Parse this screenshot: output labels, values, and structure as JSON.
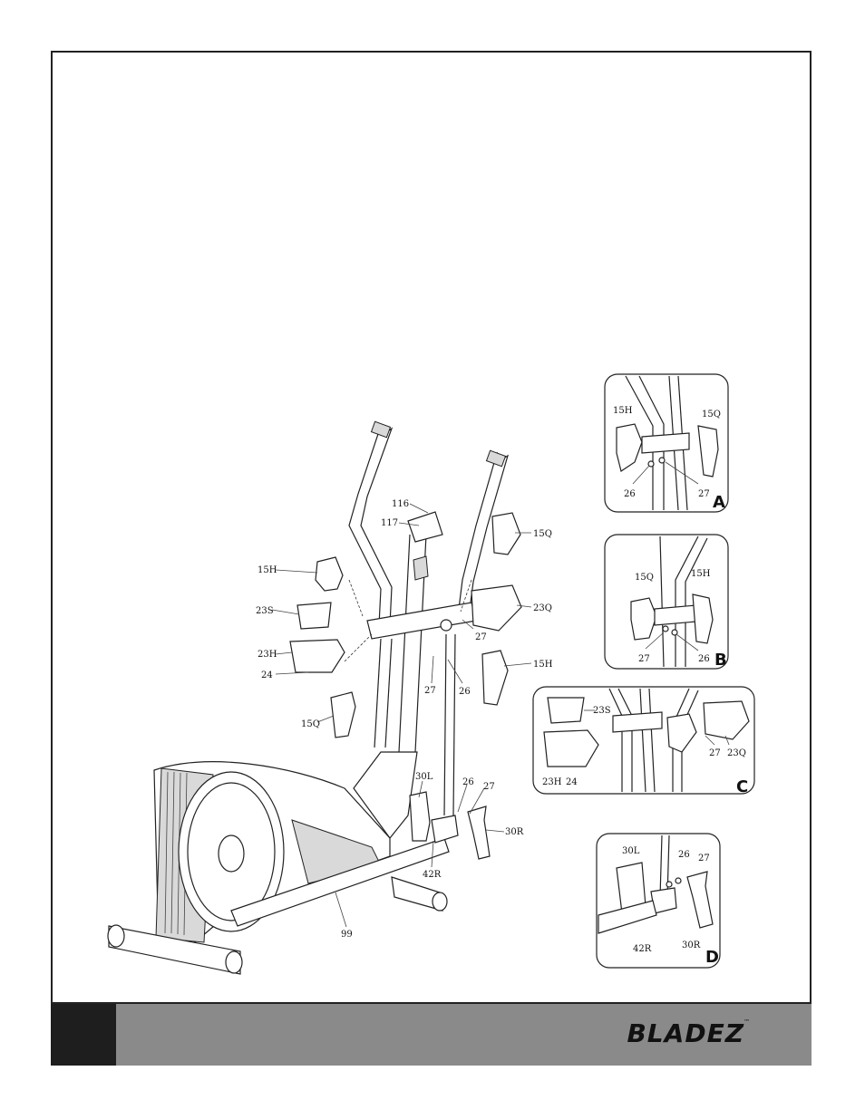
{
  "footer": {
    "logo": "BLADEZ",
    "logo_mark": "™"
  },
  "main_diagram": {
    "labels": {
      "p116": "116",
      "p117": "117",
      "p15q_top": "15Q",
      "p15h_left": "15H",
      "p23s": "23S",
      "p23h": "23H",
      "p24": "24",
      "p15q_low": "15Q",
      "p23q": "23Q",
      "p27_mid": "27",
      "p15h_right": "15H",
      "p27_low": "27",
      "p26_low": "26",
      "p30l": "30L",
      "p26_base": "26",
      "p27_base": "27",
      "p30r": "30R",
      "p42r": "42R",
      "p99": "99"
    }
  },
  "detail_a": {
    "tag": "A",
    "labels": {
      "l15h": "15H",
      "l15q": "15Q",
      "l26": "26",
      "l27": "27"
    }
  },
  "detail_b": {
    "tag": "B",
    "labels": {
      "l15q": "15Q",
      "l15h": "15H",
      "l27": "27",
      "l26": "26"
    }
  },
  "detail_c": {
    "tag": "C",
    "labels": {
      "l23s": "23S",
      "l23h": "23H",
      "l24": "24",
      "l27": "27",
      "l23q": "23Q"
    }
  },
  "detail_d": {
    "tag": "D",
    "labels": {
      "l30l": "30L",
      "l26": "26",
      "l27": "27",
      "l42r": "42R",
      "l30r": "30R"
    }
  }
}
